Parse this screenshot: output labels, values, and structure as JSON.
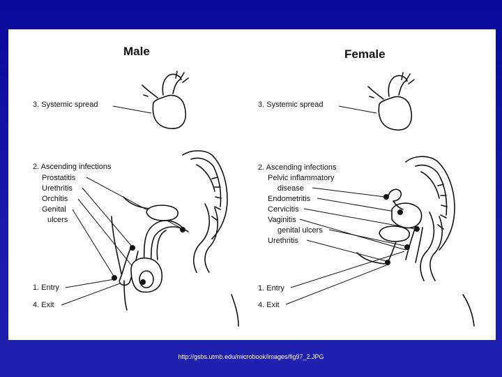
{
  "male": {
    "heading": "Male",
    "labels": {
      "systemic": "3. Systemic spread",
      "ascending": "2. Ascending infections",
      "prostatitis": "Prostatitis",
      "urethritis": "Urethritis",
      "orchitis": "Orchitis",
      "genital": "Genital",
      "ulcers": "ulcers",
      "entry": "1. Entry",
      "exit": "4. Exit"
    }
  },
  "female": {
    "heading": "Female",
    "labels": {
      "systemic": "3. Systemic spread",
      "ascending": "2. Ascending infections",
      "pid1": "Pelvic inflammatory",
      "pid2": "disease",
      "endometritis": "Endometritis",
      "cervicitis": "Cervicitis",
      "vaginitis": "Vaginitis",
      "genital_ulcers": "genital ulcers",
      "urethritis": "Urethritis",
      "entry": "1. Entry",
      "exit": "4. Exit"
    }
  },
  "footer": {
    "source": "http://gsbs.utmb.edu/microbook/images/fig97_2.JPG"
  }
}
